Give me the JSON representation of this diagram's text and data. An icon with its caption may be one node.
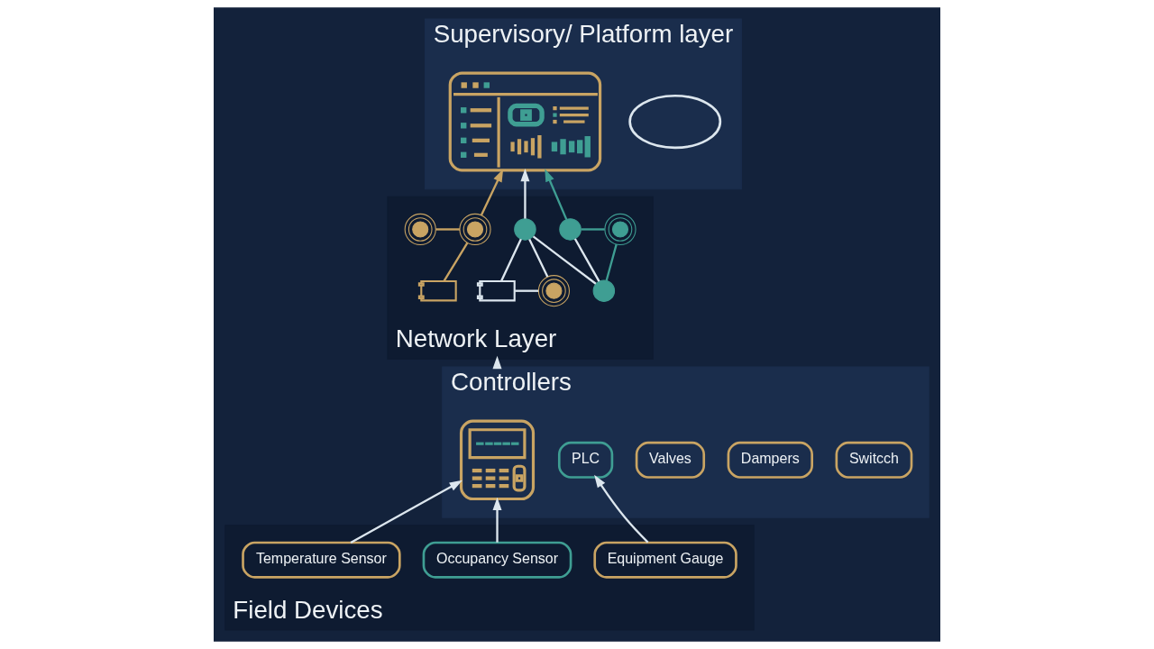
{
  "diagram": {
    "nodes": [
      {
        "text": [
          "Supervisory/ Platform layer"
        ]
      },
      {
        "text": [],
        "shape": "picture",
        "in": 0
      },
      {
        "text": [],
        "shape": "cloud",
        "in": 0
      },
      {
        "text": [
          "Network Layer"
        ]
      },
      {
        "text": [],
        "shape": "wifi",
        "in": 3
      },
      {
        "text": [],
        "shape": "wifi",
        "in": 3
      },
      {
        "text": [],
        "shape": "plug",
        "in": 3
      },
      {
        "text": [],
        "shape": "circle",
        "in": 3
      },
      {
        "text": [],
        "shape": "circle",
        "in": 3
      },
      {
        "text": [],
        "shape": "wifi",
        "in": 3
      },
      {
        "text": [],
        "shape": "plug",
        "in": 3
      },
      {
        "text": [],
        "shape": "wifi",
        "in": 3
      },
      {
        "text": [],
        "shape": "circle",
        "in": 3
      },
      {
        "text": [
          "Controllers"
        ]
      },
      {
        "text": [],
        "shape": "picture",
        "in": 13
      },
      {
        "text": [
          "PLC"
        ],
        "in": 13
      },
      {
        "text": [
          "Valves"
        ],
        "in": 13
      },
      {
        "text": [
          "Dampers"
        ],
        "in": 13
      },
      {
        "text": [
          "Switcch"
        ],
        "in": 13
      },
      {
        "text": [
          "Field Devices"
        ]
      },
      {
        "text": [
          "Temperature Sensor"
        ],
        "in": 19
      },
      {
        "text": [
          "Occupancy Sensor"
        ],
        "in": 19
      },
      {
        "text": [
          "Equipment Gauge"
        ],
        "in": 19
      }
    ],
    "edges": [
      {
        "from": 5,
        "to": 1,
        "arrow": "to",
        "color": "#c9a463"
      },
      {
        "from": 7,
        "to": 1,
        "arrow": "to"
      },
      {
        "from": 8,
        "to": 1,
        "arrow": "to",
        "color": "#3f9e93"
      },
      {
        "from": 4,
        "to": 5,
        "arrow": "none",
        "color": "#c9a463"
      },
      {
        "from": 6,
        "to": 5,
        "arrow": "none",
        "color": "#c9a463"
      },
      {
        "from": 10,
        "to": 11,
        "arrow": "none"
      },
      {
        "from": 10,
        "to": 7,
        "arrow": "none"
      },
      {
        "from": 11,
        "to": 7,
        "arrow": "none"
      },
      {
        "from": 7,
        "to": 12,
        "arrow": "none"
      },
      {
        "from": 8,
        "to": 12,
        "arrow": "none"
      },
      {
        "from": 8,
        "to": 9,
        "arrow": "none",
        "color": "#3f9e93"
      },
      {
        "from": 12,
        "to": 9,
        "arrow": "none",
        "color": "#3f9e93"
      },
      {
        "from": 13,
        "to": 3,
        "arrow": "to"
      },
      {
        "from": 20,
        "to": 14,
        "arrow": "to"
      },
      {
        "from": 21,
        "to": 14,
        "arrow": "to"
      },
      {
        "from": 22,
        "to": 15,
        "arrow": "to"
      }
    ]
  }
}
